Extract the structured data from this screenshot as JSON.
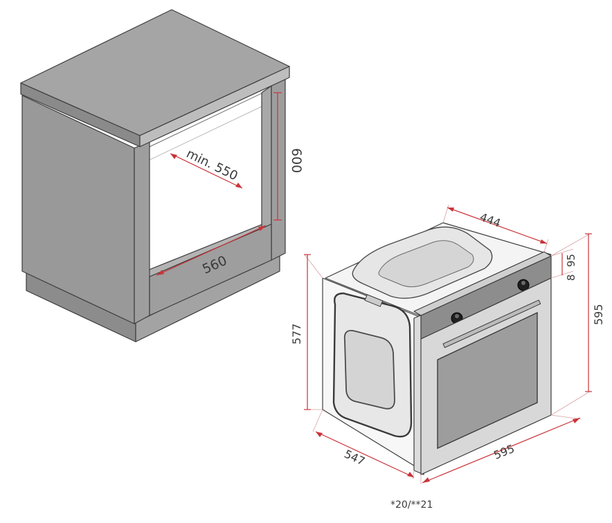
{
  "cabinet": {
    "depth_label": "min. 550",
    "height_label": "600",
    "width_label": "560"
  },
  "oven": {
    "top_width_label": "444",
    "panel_offset_label": "8",
    "panel_height_label": "95",
    "total_height_label": "595",
    "side_height_label": "577",
    "depth_label": "547",
    "front_width_label": "595",
    "footnote": "*20/**21"
  },
  "colors": {
    "dimension_line": "#c9343a",
    "cabinet_body": "#9b9b9b",
    "oven_glass": "#9d9d9d"
  }
}
